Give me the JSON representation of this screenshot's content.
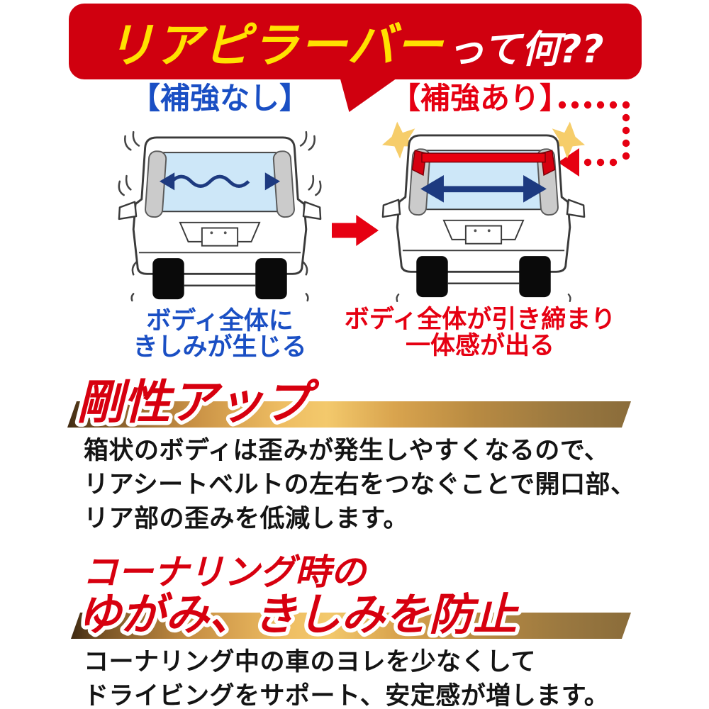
{
  "title": {
    "main": "リアピラーバー",
    "suffix": "って何??"
  },
  "comparison": {
    "before": {
      "label": "【補強なし】",
      "caption_lines": [
        "ボディ全体に",
        "きしみが生じる"
      ]
    },
    "after": {
      "label": "【補強あり】",
      "caption_lines": [
        "ボディ全体が引き締まり",
        "一体感が出る"
      ]
    }
  },
  "sections": [
    {
      "heading_lines": [
        "剛性アップ"
      ],
      "body_lines": [
        "箱状のボディは歪みが発生しやすくなるので、",
        "リアシートベルトの左右をつなぐことで開口部、",
        "リア部の歪みを低減します。"
      ]
    },
    {
      "heading_lines": [
        "コーナリング時の",
        "ゆがみ、きしみを防止"
      ],
      "body_lines": [
        "コーナリング中の車のヨレを少なくして",
        "ドライビングをサポート、安定感が増します。"
      ]
    }
  ],
  "colors": {
    "banner_red": "#d0000f",
    "accent_red": "#e60012",
    "title_yellow": "#ffe100",
    "label_blue": "#1a4fc4",
    "arrow_navy": "#1d3a80",
    "window_blue": "#cde7f8",
    "gold_light": "#f3c96c",
    "gold_dark": "#3f2a12",
    "sparkle_yellow": "#f6cd6a"
  }
}
